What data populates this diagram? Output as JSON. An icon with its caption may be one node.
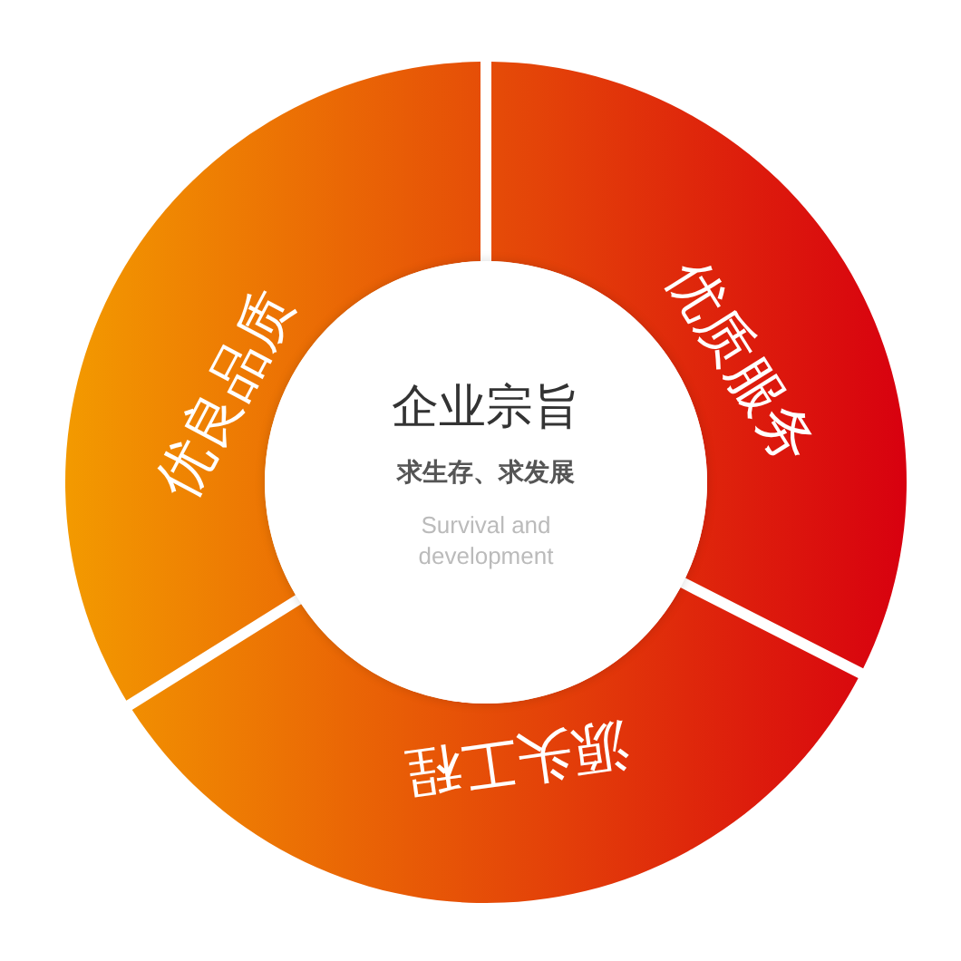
{
  "diagram": {
    "nodes": [
      {
        "text": [
          "企业宗旨",
          "求生存、求发展",
          "Survival and development"
        ]
      },
      {
        "text": [
          "优良品质"
        ]
      },
      {
        "text": [
          "优质服务"
        ]
      },
      {
        "text": [
          "源头工程"
        ]
      }
    ]
  }
}
